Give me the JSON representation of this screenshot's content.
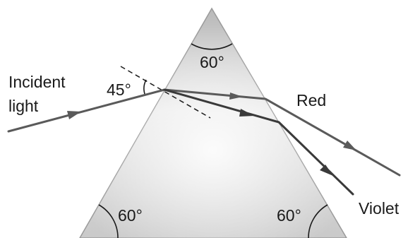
{
  "labels": {
    "incident_line1": "Incident",
    "incident_line2": "light",
    "incidence_angle": "45°",
    "apex_angle": "60°",
    "base_left_angle": "60°",
    "base_right_angle": "60°",
    "red": "Red",
    "violet": "Violet"
  },
  "colors": {
    "ray": "#5a5a5a",
    "prism_edge": "#9a9a9a",
    "prism_light": "#ffffff",
    "prism_dark": "#c4c4c4",
    "arc": "#1a1a1a",
    "normal": "#1a1a1a",
    "text": "#1a1a1a"
  }
}
